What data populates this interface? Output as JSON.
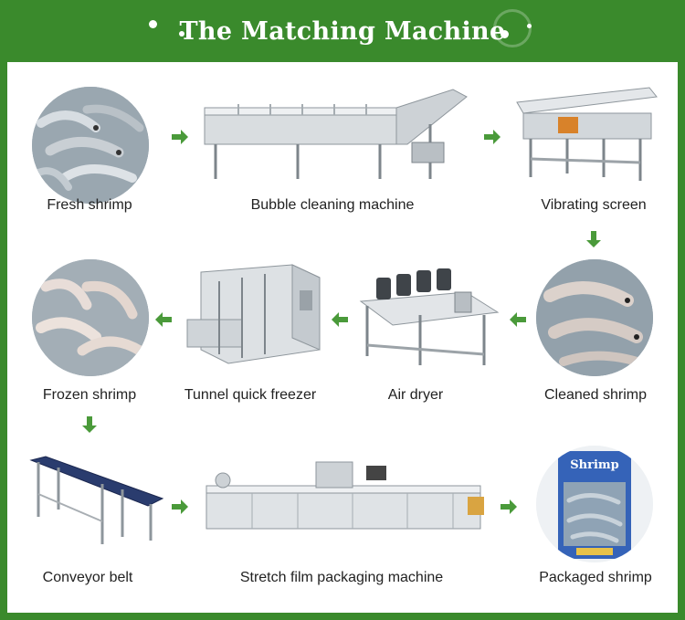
{
  "title": "The Matching Machine",
  "colors": {
    "header_bg": "#3a8a2c",
    "arrow": "#4a9a3a",
    "panel_bg": "#ffffff"
  },
  "steps": [
    {
      "label": "Fresh shrimp"
    },
    {
      "label": "Bubble cleaning machine"
    },
    {
      "label": "Vibrating screen"
    },
    {
      "label": "Cleaned shrimp"
    },
    {
      "label": "Air dryer"
    },
    {
      "label": "Tunnel quick freezer"
    },
    {
      "label": "Frozen shrimp"
    },
    {
      "label": "Conveyor belt"
    },
    {
      "label": "Stretch film packaging machine"
    },
    {
      "label": "Packaged shrimp"
    }
  ],
  "package_text": "Shrimp",
  "arrows": [
    "right",
    "right",
    "down",
    "left",
    "left",
    "left",
    "down",
    "right",
    "right"
  ]
}
